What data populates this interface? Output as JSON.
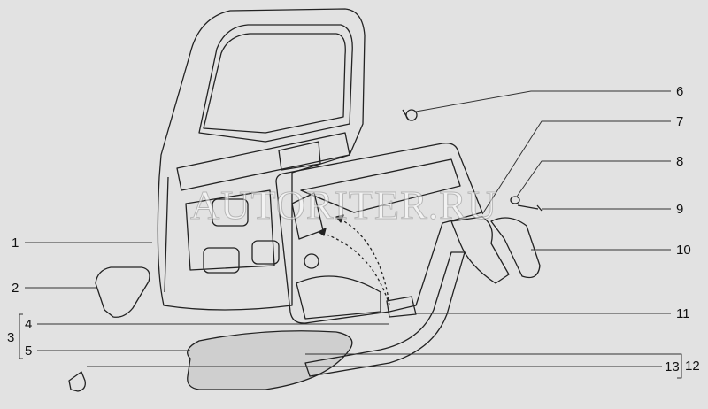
{
  "watermark": "AUTORITER.RU",
  "callouts": [
    {
      "id": "1",
      "label": "1"
    },
    {
      "id": "2",
      "label": "2"
    },
    {
      "id": "3",
      "label": "3"
    },
    {
      "id": "4",
      "label": "4"
    },
    {
      "id": "5",
      "label": "5"
    },
    {
      "id": "6",
      "label": "6"
    },
    {
      "id": "7",
      "label": "7"
    },
    {
      "id": "8",
      "label": "8"
    },
    {
      "id": "9",
      "label": "9"
    },
    {
      "id": "10",
      "label": "10"
    },
    {
      "id": "11",
      "label": "11"
    },
    {
      "id": "12",
      "label": "12"
    },
    {
      "id": "13",
      "label": "13"
    }
  ],
  "colors": {
    "background": "#e2e2e2",
    "line": "#222222"
  }
}
